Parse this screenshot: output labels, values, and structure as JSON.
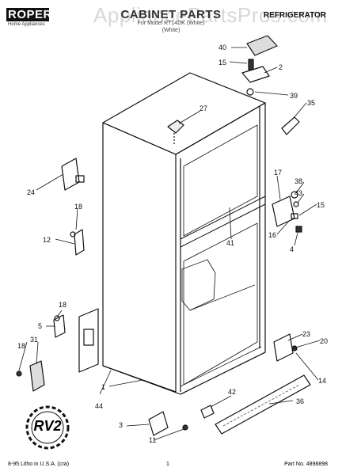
{
  "header": {
    "brand": "ROPER",
    "brand_sub": "Home Appliances",
    "title": "CABINET PARTS",
    "subtitle_line1": "For Model RT14DK (White)",
    "subtitle_line2": "(White)",
    "category": "REFRIGERATOR",
    "watermark": "AppliancePartsPros.com"
  },
  "callouts": [
    "40",
    "15",
    "2",
    "39",
    "35",
    "27",
    "24",
    "17",
    "38",
    "43",
    "15",
    "18",
    "12",
    "41",
    "16",
    "4",
    "18",
    "5",
    "23",
    "20",
    "18",
    "31",
    "14",
    "1",
    "44",
    "42",
    "36",
    "3",
    "11"
  ],
  "stamp": "RV2",
  "footer": {
    "left": "8-95 Litho in U.S.A. (cra)",
    "page": "1",
    "right": "Part No. 4898898"
  }
}
